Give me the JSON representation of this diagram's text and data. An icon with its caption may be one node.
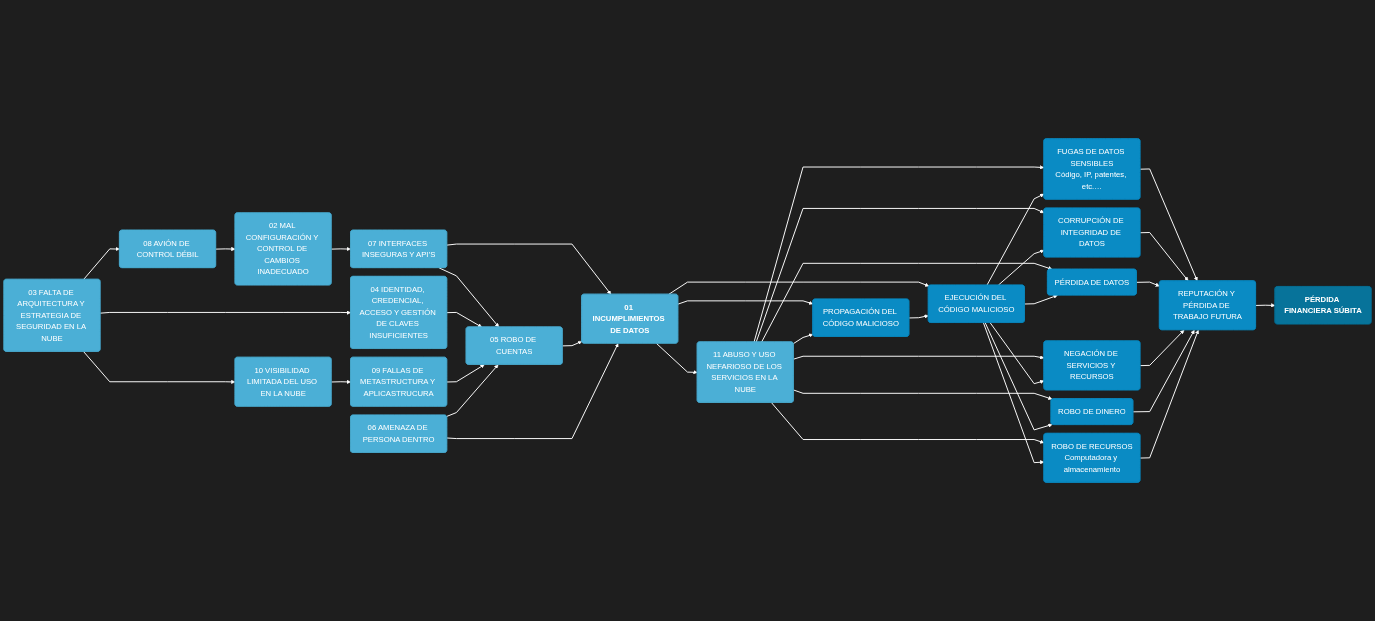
{
  "diagram": {
    "nodes": [
      {
        "text": [
          "08 AVIÓN DE CONTROL DÉBIL"
        ]
      },
      {
        "text": [
          "03 FALTA DE ARQUITECTURA Y ESTRATEGIA DE SEGURIDAD EN LA NUBE"
        ]
      },
      {
        "text": [
          "10 VISIBILIDAD LIMITADA DEL USO EN LA NUBE"
        ]
      },
      {
        "text": [
          "02 MAL CONFIGURACIÓN Y CONTROL DE CAMBIOS INADECUADO"
        ]
      },
      {
        "text": [
          "04 IDENTIDAD, CREDENCIAL, ACCESO Y GESTIÓN DE CLAVES INSUFICIENTES"
        ]
      },
      {
        "text": [
          "09 FALLAS DE METASTRUCTURA Y APLICASTRUCURA"
        ]
      },
      {
        "text": [
          "07 INTERFACES INSEGURAS Y API’S"
        ]
      },
      {
        "text": [
          "05 ROBO DE CUENTAS"
        ]
      },
      {
        "text": [
          "06 AMENAZA DE PERSONA DENTRO"
        ]
      },
      {
        "text": [
          "01 INCUMPLIMIENTOS DE DATOS"
        ]
      },
      {
        "text": [
          "11 ABUSO Y USO NEFARIOSO DE LOS SERVICIOS EN LA NUBE"
        ]
      },
      {
        "text": [
          "PROPAGACIÓN DEL CÓDIGO MALICIOSO"
        ]
      },
      {
        "text": [
          "EJECUCIÓN DEL CÓDIGO MALICIOSO"
        ]
      },
      {
        "text": [
          "FUGAS DE DATOS SENSIBLES",
          "Código, IP, patentes, etc.…"
        ]
      },
      {
        "text": [
          "CORRUPCIÓN DE INTEGRIDAD DE DATOS"
        ]
      },
      {
        "text": [
          "PÉRDIDA DE DATOS"
        ]
      },
      {
        "text": [
          "NEGACIÓN DE SERVICIOS Y RECURSOS"
        ]
      },
      {
        "text": [
          "ROBO DE DINERO"
        ]
      },
      {
        "text": [
          "ROBO DE RECURSOS",
          "Computadora y almacenamiento"
        ]
      },
      {
        "text": [
          "REPUTACIÓN Y PÉRDIDA DE TRABAJO FUTURA"
        ]
      },
      {
        "text": [
          "PÉRDIDA FINANCIERA SÚBITA"
        ]
      }
    ],
    "edges": [
      {
        "from": 1,
        "to": 0,
        "arrow": "to"
      },
      {
        "from": 1,
        "to": 2,
        "arrow": "to"
      },
      {
        "from": 1,
        "to": 4,
        "arrow": "to"
      },
      {
        "from": 0,
        "to": 3,
        "arrow": "to"
      },
      {
        "from": 3,
        "to": 6,
        "arrow": "to"
      },
      {
        "from": 2,
        "to": 5,
        "arrow": "to"
      },
      {
        "from": 6,
        "to": 7,
        "arrow": "to"
      },
      {
        "from": 4,
        "to": 7,
        "arrow": "to"
      },
      {
        "from": 5,
        "to": 7,
        "arrow": "to"
      },
      {
        "from": 8,
        "to": 7,
        "arrow": "to"
      },
      {
        "from": 6,
        "to": 9,
        "arrow": "to"
      },
      {
        "from": 7,
        "to": 9,
        "arrow": "to"
      },
      {
        "from": 8,
        "to": 9,
        "arrow": "to"
      },
      {
        "from": 9,
        "to": 10,
        "arrow": "to"
      },
      {
        "from": 9,
        "to": 11,
        "arrow": "to"
      },
      {
        "from": 9,
        "to": 12,
        "arrow": "to"
      },
      {
        "from": 10,
        "to": 11,
        "arrow": "to"
      },
      {
        "from": 11,
        "to": 12,
        "arrow": "to"
      },
      {
        "from": 10,
        "to": 13,
        "arrow": "to"
      },
      {
        "from": 10,
        "to": 14,
        "arrow": "to"
      },
      {
        "from": 10,
        "to": 15,
        "arrow": "to"
      },
      {
        "from": 10,
        "to": 16,
        "arrow": "to"
      },
      {
        "from": 10,
        "to": 17,
        "arrow": "to"
      },
      {
        "from": 10,
        "to": 18,
        "arrow": "to"
      },
      {
        "from": 12,
        "to": 13,
        "arrow": "to"
      },
      {
        "from": 12,
        "to": 14,
        "arrow": "to"
      },
      {
        "from": 12,
        "to": 15,
        "arrow": "to"
      },
      {
        "from": 12,
        "to": 16,
        "arrow": "to"
      },
      {
        "from": 12,
        "to": 17,
        "arrow": "to"
      },
      {
        "from": 12,
        "to": 18,
        "arrow": "to"
      },
      {
        "from": 13,
        "to": 19,
        "arrow": "to"
      },
      {
        "from": 14,
        "to": 19,
        "arrow": "to"
      },
      {
        "from": 15,
        "to": 19,
        "arrow": "to"
      },
      {
        "from": 16,
        "to": 19,
        "arrow": "to"
      },
      {
        "from": 17,
        "to": 19,
        "arrow": "to"
      },
      {
        "from": 18,
        "to": 19,
        "arrow": "to"
      },
      {
        "from": 19,
        "to": 20,
        "arrow": "to"
      }
    ]
  }
}
